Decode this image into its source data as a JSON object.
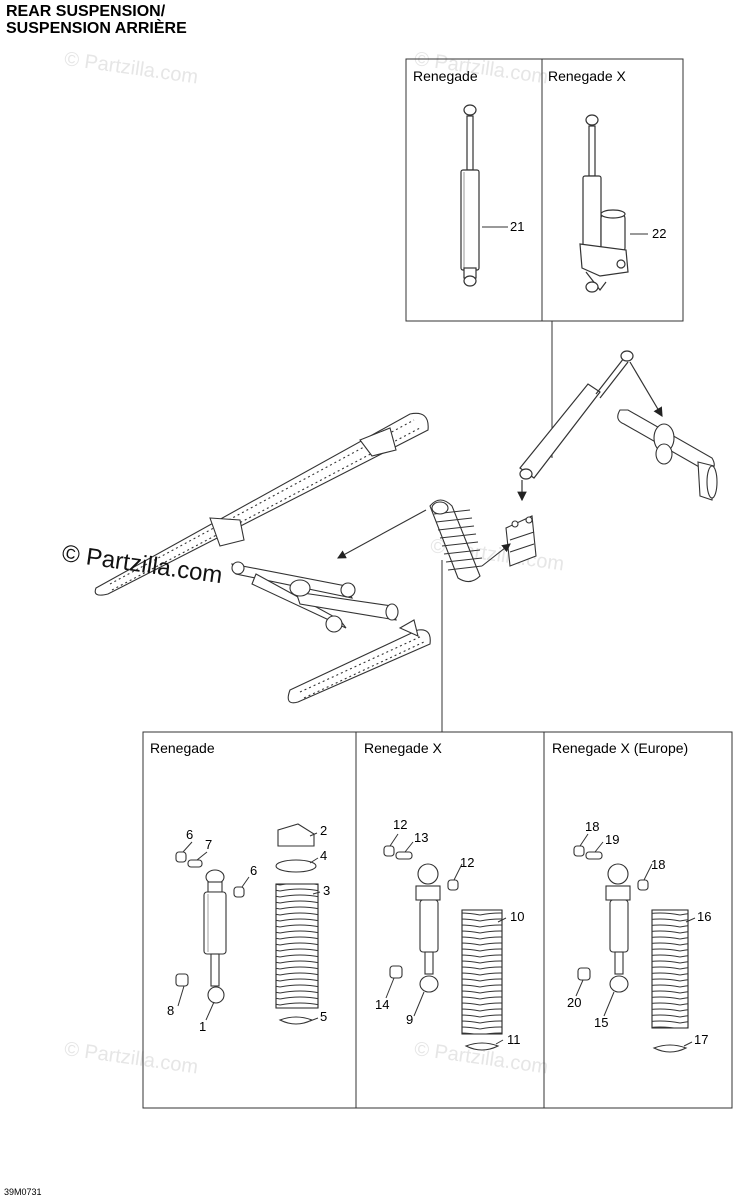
{
  "title": {
    "line1": "REAR SUSPENSION/",
    "line2": "SUSPENSION ARRIÈRE"
  },
  "panels": {
    "top_left": "Renegade",
    "top_right": "Renegade X",
    "bottom_left": "Renegade",
    "bottom_middle": "Renegade X",
    "bottom_right": "Renegade X (Europe)"
  },
  "callouts": {
    "c1": "1",
    "c2": "2",
    "c3": "3",
    "c4": "4",
    "c5": "5",
    "c6a": "6",
    "c6b": "6",
    "c7": "7",
    "c8": "8",
    "c9": "9",
    "c10": "10",
    "c11": "11",
    "c12a": "12",
    "c12b": "12",
    "c13": "13",
    "c14": "14",
    "c15": "15",
    "c16": "16",
    "c17": "17",
    "c18a": "18",
    "c18b": "18",
    "c19": "19",
    "c20": "20",
    "c21": "21",
    "c22": "22"
  },
  "watermark": {
    "main": "© Partzilla.com",
    "faint": "© Partzilla.com"
  },
  "figure_code": "39M0731"
}
